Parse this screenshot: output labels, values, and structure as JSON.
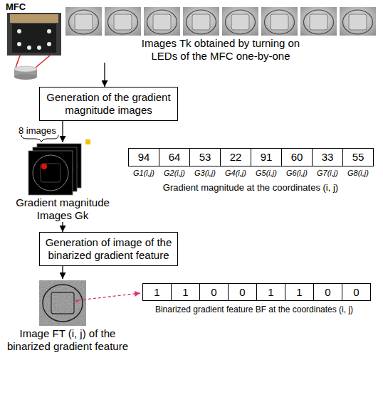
{
  "diagram": {
    "nodes": [
      {
        "text": [
          "Images Tk obtained by turning on LEDs of the MFC one-by-one"
        ]
      },
      {
        "text": [
          "Generation of the gradient magnitude images"
        ]
      },
      {
        "text": [
          "Gradient magnitude Images Gk"
        ]
      },
      {
        "text": [
          "Generation of image of the binarized gradient feature"
        ]
      },
      {
        "text": [
          "Image FT (i, j) of the binarized gradient feature"
        ]
      }
    ],
    "edges": [
      {
        "from": 0,
        "to": 1,
        "arrow": "to"
      },
      {
        "from": 1,
        "to": 2,
        "arrow": "to"
      },
      {
        "from": 2,
        "to": 3,
        "arrow": "to"
      },
      {
        "from": 3,
        "to": 4,
        "arrow": "to"
      }
    ],
    "labels": [
      "MFC",
      "8 images",
      "94",
      "64",
      "53",
      "22",
      "91",
      "60",
      "33",
      "55",
      "G1(i,j)",
      "G2(i,j)",
      "G3(i,j)",
      "G4(i,j)",
      "G5(i,j)",
      "G6(i,j)",
      "G7(i,j)",
      "G8(i,j)",
      "Gradient magnitude at the coordinates (i, j)",
      "1",
      "1",
      "0",
      "0",
      "1",
      "1",
      "0",
      "0",
      "Binarized gradient feature BF at the coordinates (i, j)"
    ]
  }
}
